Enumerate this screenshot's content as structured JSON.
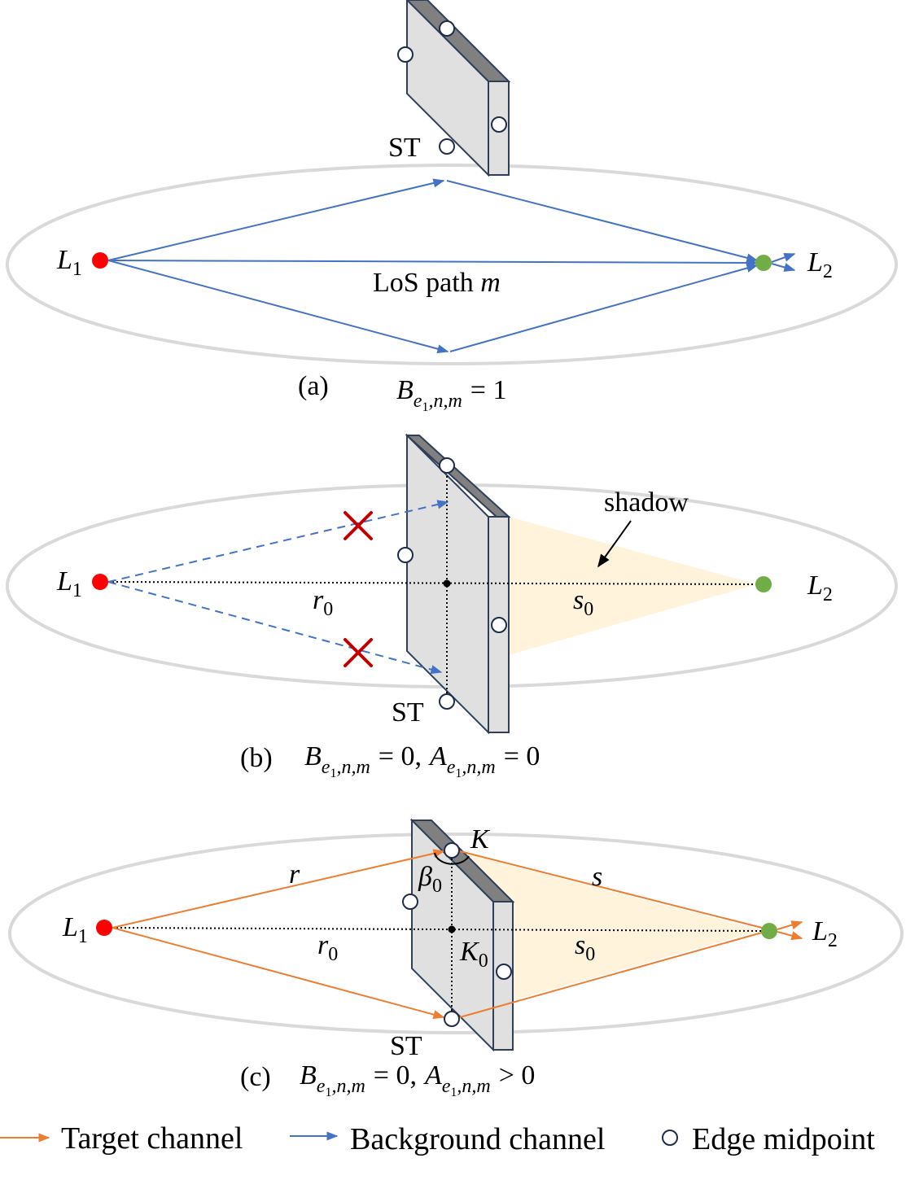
{
  "panel_a": {
    "caption_letter": "(a)",
    "condition": {
      "symbol": "B",
      "sub_prefix": "e",
      "sub_index": "1",
      "sub_suffix": ",n,m",
      "relation": "= 1"
    },
    "node_left": {
      "base": "L",
      "sub": "1"
    },
    "node_right": {
      "base": "L",
      "sub": "2"
    },
    "st_label": "ST",
    "path_label_text": "LoS path ",
    "path_label_var": "m"
  },
  "panel_b": {
    "caption_letter": "(b)",
    "condition": {
      "b_symbol": "B",
      "a_symbol": "A",
      "sub_prefix": "e",
      "sub_index": "1",
      "sub_suffix": ",n,m",
      "b_relation": "= 0,",
      "a_relation": "= 0"
    },
    "node_left": {
      "base": "L",
      "sub": "1"
    },
    "node_right": {
      "base": "L",
      "sub": "2"
    },
    "st_label": "ST",
    "shadow_label": "shadow",
    "r0": {
      "base": "r",
      "sub": "0"
    },
    "s0": {
      "base": "s",
      "sub": "0"
    }
  },
  "panel_c": {
    "caption_letter": "(c)",
    "condition": {
      "b_symbol": "B",
      "a_symbol": "A",
      "sub_prefix": "e",
      "sub_index": "1",
      "sub_suffix": ",n,m",
      "b_relation": "= 0,",
      "a_relation": "> 0"
    },
    "node_left": {
      "base": "L",
      "sub": "1"
    },
    "node_right": {
      "base": "L",
      "sub": "2"
    },
    "st_label": "ST",
    "K": "K",
    "K0": {
      "base": "K",
      "sub": "0"
    },
    "beta0": {
      "base": "β",
      "sub": "0"
    },
    "r": "r",
    "s": "s",
    "r0": {
      "base": "r",
      "sub": "0"
    },
    "s0": {
      "base": "s",
      "sub": "0"
    }
  },
  "legend": {
    "target_channel": "Target channel",
    "background_channel": "Background channel",
    "edge_midpoint": "Edge midpoint"
  },
  "colors": {
    "target": "#ed7d31",
    "background": "#4472c4",
    "tx_node": "#ff0000",
    "rx_node": "#70ad47",
    "ellipse": "#d9d9d9",
    "cross": "#c00000",
    "shadow": "#fff3dc",
    "panel_face": "#e0e0e0",
    "panel_top": "#808080"
  }
}
